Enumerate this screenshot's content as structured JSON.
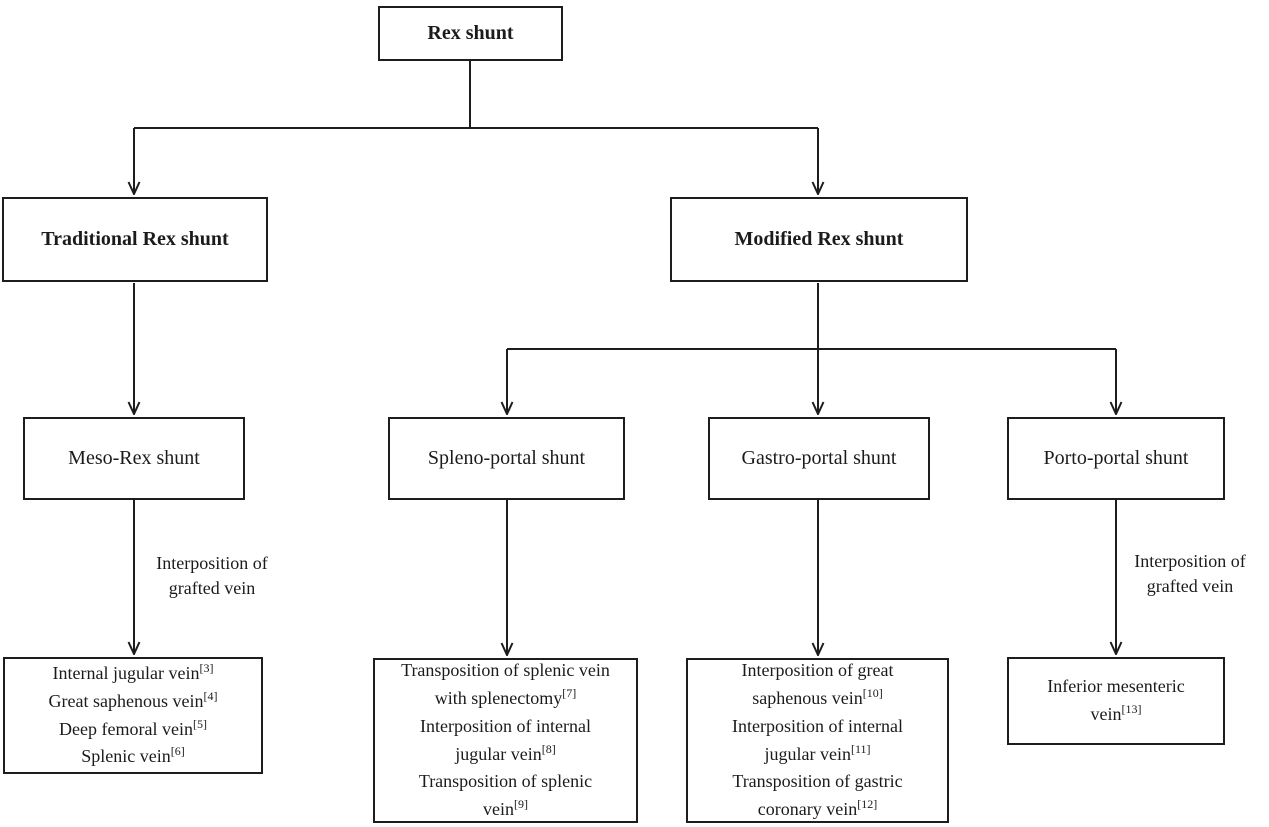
{
  "figure": {
    "background_color": "#ffffff",
    "line_color": "#1d1d1d",
    "text_color": "#1b1b1b"
  },
  "nodes": {
    "rex": {
      "label": "Rex shunt"
    },
    "traditional": {
      "label": "Traditional Rex shunt"
    },
    "modified": {
      "label": "Modified Rex shunt"
    },
    "meso": {
      "label": "Meso-Rex shunt"
    },
    "spleno": {
      "label": "Spleno-portal shunt"
    },
    "gastro": {
      "label": "Gastro-portal shunt"
    },
    "porto": {
      "label": "Porto-portal shunt"
    },
    "meso_targets": {
      "items": [
        {
          "lines": [
            "Internal jugular vein"
          ],
          "cite": "[3]"
        },
        {
          "lines": [
            "Great saphenous vein"
          ],
          "cite": "[4]"
        },
        {
          "lines": [
            "Deep femoral vein"
          ],
          "cite": "[5]"
        },
        {
          "lines": [
            "Splenic vein"
          ],
          "cite": "[6]"
        }
      ]
    },
    "spleno_targets": {
      "items": [
        {
          "lines": [
            "Transposition of splenic vein",
            "with splenectomy"
          ],
          "cite": "[7]"
        },
        {
          "lines": [
            "Interposition of internal",
            "jugular vein"
          ],
          "cite": "[8]"
        },
        {
          "lines": [
            "Transposition of splenic",
            "vein"
          ],
          "cite": "[9]"
        }
      ]
    },
    "gastro_targets": {
      "items": [
        {
          "lines": [
            "Interposition of great",
            "saphenous vein"
          ],
          "cite": "[10]"
        },
        {
          "lines": [
            "Interposition of internal",
            "jugular vein"
          ],
          "cite": "[11]"
        },
        {
          "lines": [
            "Transposition of gastric",
            "coronary vein"
          ],
          "cite": "[12]"
        }
      ]
    },
    "porto_targets": {
      "items": [
        {
          "lines": [
            "Inferior mesenteric",
            "vein"
          ],
          "cite": "[13]"
        }
      ]
    }
  },
  "edge_labels": {
    "left": {
      "lines": [
        "Interposition of",
        "grafted vein"
      ]
    },
    "right": {
      "lines": [
        "Interposition of",
        "grafted vein"
      ]
    }
  }
}
